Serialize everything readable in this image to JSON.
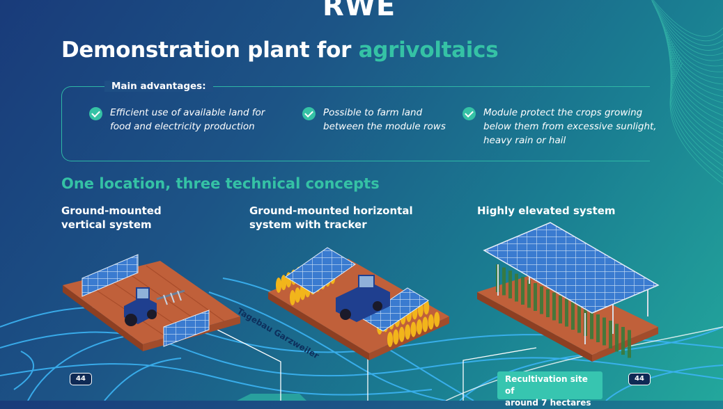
{
  "brand": {
    "logo_text": "RWE"
  },
  "title": {
    "main": "Demonstration plant for ",
    "accent": "agrivoltaics"
  },
  "advantages": {
    "heading": "Main advantages:",
    "items": [
      {
        "line1": "Efficient use of available land for",
        "line2": "food and electricity production",
        "line3": ""
      },
      {
        "line1": "Possible to farm land",
        "line2": "between the module rows",
        "line3": ""
      },
      {
        "line1": "Module protect the crops growing",
        "line2": "below them from excessive sunlight,",
        "line3": "heavy rain or hail"
      }
    ]
  },
  "section": {
    "subtitle": "One location, three technical concepts"
  },
  "concepts": [
    {
      "line1": "Ground-mounted",
      "line2": "vertical system"
    },
    {
      "line1": "Ground-mounted horizontal",
      "line2": "system with tracker"
    },
    {
      "line1": "Highly elevated system",
      "line2": ""
    }
  ],
  "map": {
    "road_label": "Tagebau Garzweiler",
    "shields": [
      "44",
      "44"
    ],
    "callout_line1": "Recultivation site of",
    "callout_line2": "around 7 hectares"
  },
  "icons": [
    "check-icon"
  ],
  "colors": {
    "accent": "#35c2a5",
    "callout": "#37c5b0",
    "map_lines": "#38b6ff",
    "soil": "#b0522d",
    "crop": "#f2b51b",
    "panel": "#2f6fc4"
  }
}
